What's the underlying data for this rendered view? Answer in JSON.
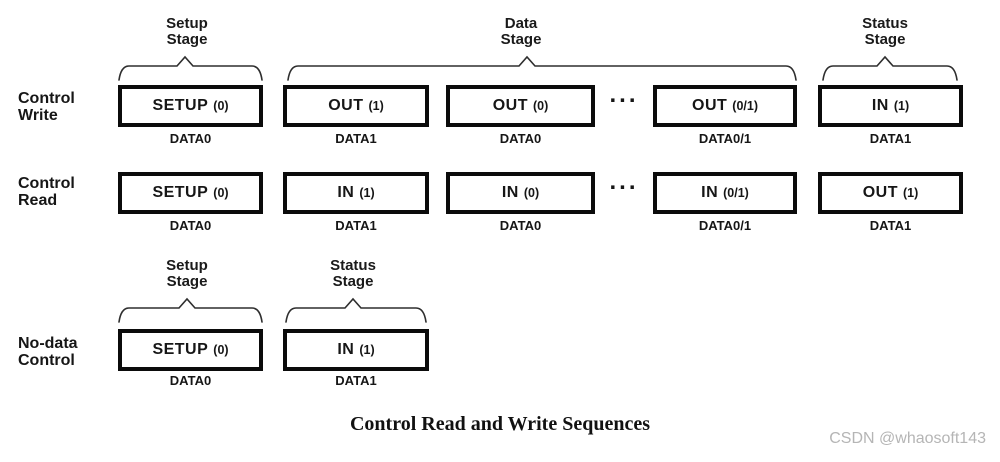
{
  "stages": {
    "top": [
      {
        "l1": "Setup",
        "l2": "Stage"
      },
      {
        "l1": "Data",
        "l2": "Stage"
      },
      {
        "l1": "Status",
        "l2": "Stage"
      }
    ],
    "nodata": [
      {
        "l1": "Setup",
        "l2": "Stage"
      },
      {
        "l1": "Status",
        "l2": "Stage"
      }
    ]
  },
  "rows": [
    {
      "label": [
        "Control",
        "Write"
      ],
      "ellipsis": "...",
      "boxes": [
        {
          "name": "SETUP",
          "seq": "(0)",
          "data": "DATA0"
        },
        {
          "name": "OUT",
          "seq": "(1)",
          "data": "DATA1"
        },
        {
          "name": "OUT",
          "seq": "(0)",
          "data": "DATA0"
        },
        {
          "name": "OUT",
          "seq": "(0/1)",
          "data": "DATA0/1"
        },
        {
          "name": "IN",
          "seq": "(1)",
          "data": "DATA1"
        }
      ]
    },
    {
      "label": [
        "Control",
        "Read"
      ],
      "ellipsis": "...",
      "boxes": [
        {
          "name": "SETUP",
          "seq": "(0)",
          "data": "DATA0"
        },
        {
          "name": "IN",
          "seq": "(1)",
          "data": "DATA1"
        },
        {
          "name": "IN",
          "seq": "(0)",
          "data": "DATA0"
        },
        {
          "name": "IN",
          "seq": "(0/1)",
          "data": "DATA0/1"
        },
        {
          "name": "OUT",
          "seq": "(1)",
          "data": "DATA1"
        }
      ]
    },
    {
      "label": [
        "No-data",
        "Control"
      ],
      "boxes": [
        {
          "name": "SETUP",
          "seq": "(0)",
          "data": "DATA0"
        },
        {
          "name": "IN",
          "seq": "(1)",
          "data": "DATA1"
        }
      ]
    }
  ],
  "caption": "Control Read and Write Sequences",
  "watermark": "CSDN @whaosoft143",
  "colors": {
    "line": "#2e2e2e",
    "box_border": "#0b0b0b",
    "text": "#161616",
    "watermark": "#b5b5b5",
    "background": "#ffffff"
  }
}
